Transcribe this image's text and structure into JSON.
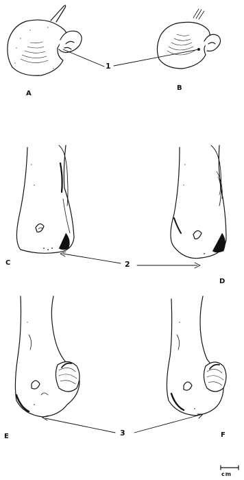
{
  "panels": {
    "a": "A",
    "b": "B",
    "c": "C",
    "d": "D",
    "e": "E",
    "f": "F"
  },
  "callouts": {
    "one": "1",
    "two": "2",
    "three": "3"
  },
  "scale_unit": "cm",
  "ink_color": "#111111"
}
